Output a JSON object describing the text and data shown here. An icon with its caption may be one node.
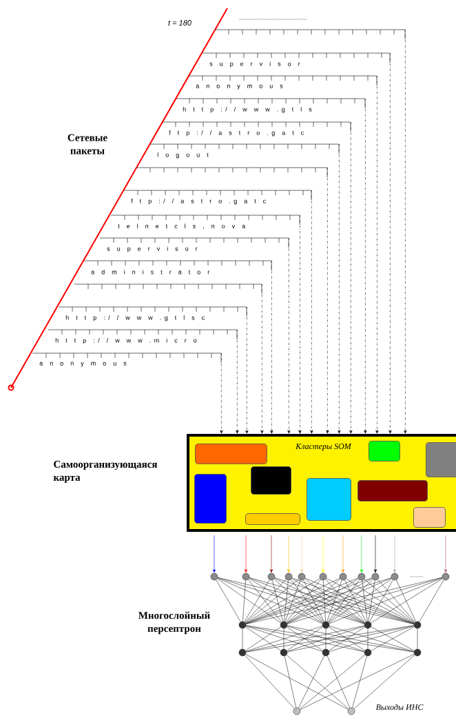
{
  "diagram": {
    "nodes": [
      {
        "text": [],
        "shape": "bar"
      },
      {
        "text": [
          "s u p e r v i s o r"
        ]
      },
      {
        "text": [
          "a n o n y m o u s"
        ]
      },
      {
        "text": [
          "h t t p : / / w w w . g t l s"
        ]
      },
      {
        "text": [
          "f t p : / / a s t r o . g a t c"
        ]
      },
      {
        "text": [
          "l o g o u t"
        ]
      },
      {
        "text": [],
        "shape": "bar"
      },
      {
        "text": [
          "f t p : / / a s t r o . g a t c"
        ]
      },
      {
        "text": [
          "t e l n e t c l s , n o v a"
        ]
      },
      {
        "text": [
          "s u p e r v i s o r"
        ]
      },
      {
        "text": [
          "a d m i n i s t r a t o r"
        ]
      },
      {
        "text": [],
        "shape": "bar"
      },
      {
        "text": [
          "h t t p : / / w w w . g t l s c"
        ]
      },
      {
        "text": [
          "h t t p : / / w w w . m i c r o"
        ]
      },
      {
        "text": [
          "a n o n y m o u s"
        ]
      },
      {
        "text": [
          "Кластеры SOM"
        ]
      },
      {
        "text": [],
        "shape": "circle"
      },
      {
        "text": [],
        "shape": "circle"
      },
      {
        "text": [],
        "shape": "circle"
      },
      {
        "text": [],
        "shape": "circle"
      },
      {
        "text": [],
        "shape": "circle"
      },
      {
        "text": [],
        "shape": "circle"
      },
      {
        "text": [],
        "shape": "circle"
      },
      {
        "text": [],
        "shape": "circle"
      },
      {
        "text": [],
        "shape": "circle"
      },
      {
        "text": [],
        "shape": "circle"
      },
      {
        "text": [],
        "shape": "circle"
      },
      {
        "text": [],
        "shape": "circle"
      },
      {
        "text": [],
        "shape": "circle"
      },
      {
        "text": [],
        "shape": "circle"
      },
      {
        "text": [],
        "shape": "circle"
      },
      {
        "text": [],
        "shape": "circle"
      },
      {
        "text": [],
        "shape": "circle"
      },
      {
        "text": [],
        "shape": "circle"
      },
      {
        "text": [],
        "shape": "circle"
      },
      {
        "text": [],
        "shape": "circle"
      },
      {
        "text": [],
        "shape": "circle"
      },
      {
        "text": [],
        "shape": "circle"
      },
      {
        "text": [],
        "shape": "circle"
      },
      {
        "text": [],
        "shape": "box",
        "in": 15
      },
      {
        "text": [],
        "shape": "box",
        "in": 15
      },
      {
        "text": [],
        "shape": "box",
        "in": 15
      },
      {
        "text": [],
        "shape": "box",
        "in": 15
      },
      {
        "text": [],
        "shape": "box",
        "in": 15
      },
      {
        "text": [],
        "shape": "box",
        "in": 15
      },
      {
        "text": [],
        "shape": "box",
        "in": 15
      },
      {
        "text": [],
        "shape": "box",
        "in": 15
      },
      {
        "text": [],
        "shape": "box",
        "in": 15
      }
    ],
    "edges": [
      {
        "from": 0,
        "to": 15,
        "arrow": "to",
        "style": "dashed"
      },
      {
        "from": 1,
        "to": 15,
        "arrow": "to",
        "style": "dashed"
      },
      {
        "from": 2,
        "to": 15,
        "arrow": "to",
        "style": "dashed"
      },
      {
        "from": 3,
        "to": 15,
        "arrow": "to",
        "style": "dashed"
      },
      {
        "from": 4,
        "to": 15,
        "arrow": "to",
        "style": "dashed"
      },
      {
        "from": 5,
        "to": 15,
        "arrow": "to",
        "style": "dashed"
      },
      {
        "from": 6,
        "to": 15,
        "arrow": "to",
        "style": "dashed"
      },
      {
        "from": 7,
        "to": 15,
        "arrow": "to",
        "style": "dashed"
      },
      {
        "from": 8,
        "to": 15,
        "arrow": "to",
        "style": "dashed"
      },
      {
        "from": 9,
        "to": 15,
        "arrow": "to",
        "style": "dashed"
      },
      {
        "from": 10,
        "to": 15,
        "arrow": "to",
        "style": "dashed"
      },
      {
        "from": 11,
        "to": 15,
        "arrow": "to",
        "style": "dashed"
      },
      {
        "from": 12,
        "to": 15,
        "arrow": "to",
        "style": "dashed"
      },
      {
        "from": 13,
        "to": 15,
        "arrow": "to",
        "style": "dashed"
      },
      {
        "from": 14,
        "to": 15,
        "arrow": "to",
        "style": "dashed"
      },
      {
        "from": 15,
        "to": 16,
        "arrow": "to",
        "color": "#0000ff"
      },
      {
        "from": 15,
        "to": 17,
        "arrow": "to",
        "color": "#ff0000"
      },
      {
        "from": 15,
        "to": 18,
        "arrow": "to",
        "color": "#800000"
      },
      {
        "from": 15,
        "to": 19,
        "arrow": "to",
        "color": "#ffc000"
      },
      {
        "from": 15,
        "to": 20,
        "arrow": "to",
        "color": "#ffcc99"
      },
      {
        "from": 15,
        "to": 21,
        "arrow": "to",
        "color": "#ffff00"
      },
      {
        "from": 15,
        "to": 22,
        "arrow": "to",
        "color": "#ff9900"
      },
      {
        "from": 15,
        "to": 23,
        "arrow": "to",
        "color": "#00ff00"
      },
      {
        "from": 15,
        "to": 24,
        "arrow": "to"
      },
      {
        "from": 15,
        "to": 25,
        "arrow": "to",
        "color": "#a6a6a6"
      },
      {
        "from": 15,
        "to": 26,
        "arrow": "to",
        "color": "#b3507f"
      },
      {
        "from": 16,
        "to": 27,
        "arrow": "none"
      },
      {
        "from": 16,
        "to": 28,
        "arrow": "none"
      },
      {
        "from": 16,
        "to": 29,
        "arrow": "none"
      },
      {
        "from": 16,
        "to": 30,
        "arrow": "none"
      },
      {
        "from": 16,
        "to": 31,
        "arrow": "none"
      },
      {
        "from": 17,
        "to": 27,
        "arrow": "none"
      },
      {
        "from": 17,
        "to": 28,
        "arrow": "none"
      },
      {
        "from": 17,
        "to": 29,
        "arrow": "none"
      },
      {
        "from": 17,
        "to": 30,
        "arrow": "none"
      },
      {
        "from": 17,
        "to": 31,
        "arrow": "none"
      },
      {
        "from": 18,
        "to": 27,
        "arrow": "none"
      },
      {
        "from": 18,
        "to": 28,
        "arrow": "none"
      },
      {
        "from": 18,
        "to": 29,
        "arrow": "none"
      },
      {
        "from": 18,
        "to": 30,
        "arrow": "none"
      },
      {
        "from": 18,
        "to": 31,
        "arrow": "none"
      },
      {
        "from": 19,
        "to": 27,
        "arrow": "none"
      },
      {
        "from": 19,
        "to": 28,
        "arrow": "none"
      },
      {
        "from": 19,
        "to": 29,
        "arrow": "none"
      },
      {
        "from": 19,
        "to": 30,
        "arrow": "none"
      },
      {
        "from": 19,
        "to": 31,
        "arrow": "none"
      },
      {
        "from": 20,
        "to": 27,
        "arrow": "none"
      },
      {
        "from": 20,
        "to": 28,
        "arrow": "none"
      },
      {
        "from": 20,
        "to": 29,
        "arrow": "none"
      },
      {
        "from": 20,
        "to": 30,
        "arrow": "none"
      },
      {
        "from": 20,
        "to": 31,
        "arrow": "none"
      },
      {
        "from": 21,
        "to": 27,
        "arrow": "none"
      },
      {
        "from": 21,
        "to": 28,
        "arrow": "none"
      },
      {
        "from": 21,
        "to": 29,
        "arrow": "none"
      },
      {
        "from": 21,
        "to": 30,
        "arrow": "none"
      },
      {
        "from": 21,
        "to": 31,
        "arrow": "none"
      },
      {
        "from": 22,
        "to": 27,
        "arrow": "none"
      },
      {
        "from": 22,
        "to": 28,
        "arrow": "none"
      },
      {
        "from": 22,
        "to": 29,
        "arrow": "none"
      },
      {
        "from": 22,
        "to": 30,
        "arrow": "none"
      },
      {
        "from": 22,
        "to": 31,
        "arrow": "none"
      },
      {
        "from": 23,
        "to": 27,
        "arrow": "none"
      },
      {
        "from": 23,
        "to": 28,
        "arrow": "none"
      },
      {
        "from": 23,
        "to": 29,
        "arrow": "none"
      },
      {
        "from": 23,
        "to": 30,
        "arrow": "none"
      },
      {
        "from": 23,
        "to": 31,
        "arrow": "none"
      },
      {
        "from": 24,
        "to": 27,
        "arrow": "none"
      },
      {
        "from": 24,
        "to": 28,
        "arrow": "none"
      },
      {
        "from": 24,
        "to": 29,
        "arrow": "none"
      },
      {
        "from": 24,
        "to": 30,
        "arrow": "none"
      },
      {
        "from": 24,
        "to": 31,
        "arrow": "none"
      },
      {
        "from": 25,
        "to": 27,
        "arrow": "none"
      },
      {
        "from": 25,
        "to": 28,
        "arrow": "none"
      },
      {
        "from": 25,
        "to": 29,
        "arrow": "none"
      },
      {
        "from": 25,
        "to": 30,
        "arrow": "none"
      },
      {
        "from": 25,
        "to": 31,
        "arrow": "none"
      },
      {
        "from": 26,
        "to": 27,
        "arrow": "none"
      },
      {
        "from": 26,
        "to": 28,
        "arrow": "none"
      },
      {
        "from": 26,
        "to": 29,
        "arrow": "none"
      },
      {
        "from": 26,
        "to": 30,
        "arrow": "none"
      },
      {
        "from": 26,
        "to": 31,
        "arrow": "none"
      },
      {
        "from": 27,
        "to": 32,
        "arrow": "none"
      },
      {
        "from": 27,
        "to": 33,
        "arrow": "none"
      },
      {
        "from": 27,
        "to": 34,
        "arrow": "none"
      },
      {
        "from": 27,
        "to": 35,
        "arrow": "none"
      },
      {
        "from": 27,
        "to": 36,
        "arrow": "none"
      },
      {
        "from": 28,
        "to": 32,
        "arrow": "none"
      },
      {
        "from": 28,
        "to": 33,
        "arrow": "none"
      },
      {
        "from": 28,
        "to": 34,
        "arrow": "none"
      },
      {
        "from": 28,
        "to": 35,
        "arrow": "none"
      },
      {
        "from": 28,
        "to": 36,
        "arrow": "none"
      },
      {
        "from": 29,
        "to": 32,
        "arrow": "none"
      },
      {
        "from": 29,
        "to": 33,
        "arrow": "none"
      },
      {
        "from": 29,
        "to": 34,
        "arrow": "none"
      },
      {
        "from": 29,
        "to": 35,
        "arrow": "none"
      },
      {
        "from": 29,
        "to": 36,
        "arrow": "none"
      },
      {
        "from": 30,
        "to": 32,
        "arrow": "none"
      },
      {
        "from": 30,
        "to": 33,
        "arrow": "none"
      },
      {
        "from": 30,
        "to": 34,
        "arrow": "none"
      },
      {
        "from": 30,
        "to": 35,
        "arrow": "none"
      },
      {
        "from": 30,
        "to": 36,
        "arrow": "none"
      },
      {
        "from": 31,
        "to": 32,
        "arrow": "none"
      },
      {
        "from": 31,
        "to": 33,
        "arrow": "none"
      },
      {
        "from": 31,
        "to": 34,
        "arrow": "none"
      },
      {
        "from": 31,
        "to": 35,
        "arrow": "none"
      },
      {
        "from": 31,
        "to": 36,
        "arrow": "none"
      },
      {
        "from": 32,
        "to": 37,
        "arrow": "none"
      },
      {
        "from": 32,
        "to": 38,
        "arrow": "none"
      },
      {
        "from": 33,
        "to": 37,
        "arrow": "none"
      },
      {
        "from": 33,
        "to": 38,
        "arrow": "none"
      },
      {
        "from": 34,
        "to": 37,
        "arrow": "none"
      },
      {
        "from": 34,
        "to": 38,
        "arrow": "none"
      },
      {
        "from": 35,
        "to": 37,
        "arrow": "none"
      },
      {
        "from": 35,
        "to": 38,
        "arrow": "none"
      },
      {
        "from": 36,
        "to": 37,
        "arrow": "none"
      },
      {
        "from": 36,
        "to": 38,
        "arrow": "none"
      }
    ],
    "labels": [
      "t = 180",
      "Сетевые пакеты",
      "Самоорганизующаяся карта",
      "Многослойный персептрон",
      "Выходы ИНС"
    ]
  }
}
